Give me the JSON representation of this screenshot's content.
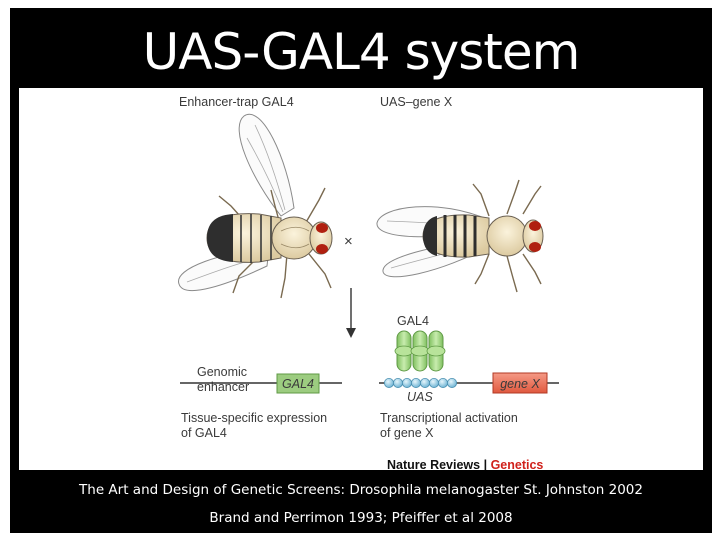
{
  "slide": {
    "title": "UAS-GAL4 system",
    "credits": {
      "line1": "The Art and Design of Genetic Screens: Drosophila melanogaster St. Johnston 2002",
      "line2": "Brand and Perrimon 1993; Pfeiffer et al 2008"
    }
  },
  "figure": {
    "left_header": "Enhancer-trap GAL4",
    "right_header": "UAS–gene X",
    "cross_symbol": "×",
    "genomic_label_line1": "Genomic",
    "genomic_label_line2": "enhancer",
    "gal4_box_label": "GAL4",
    "gal4_protein_label": "GAL4",
    "uas_label": "UAS",
    "genex_box_label": "gene X",
    "left_caption_line1": "Tissue-specific expression",
    "left_caption_line2": "of GAL4",
    "right_caption_line1": "Transcriptional activation",
    "right_caption_line2": "of gene X",
    "credit_journal": "Nature Reviews",
    "credit_separator": " | ",
    "credit_section": "Genetics",
    "colors": {
      "gal4_box": "#9ccc80",
      "gal4_protein": "#a9d98a",
      "uas_bead": "#8ec9e2",
      "genex_box": "#f07860",
      "fly_eye": "#b02010",
      "fly_body": "#efe3c3",
      "credit_accent": "#d0211b"
    }
  }
}
